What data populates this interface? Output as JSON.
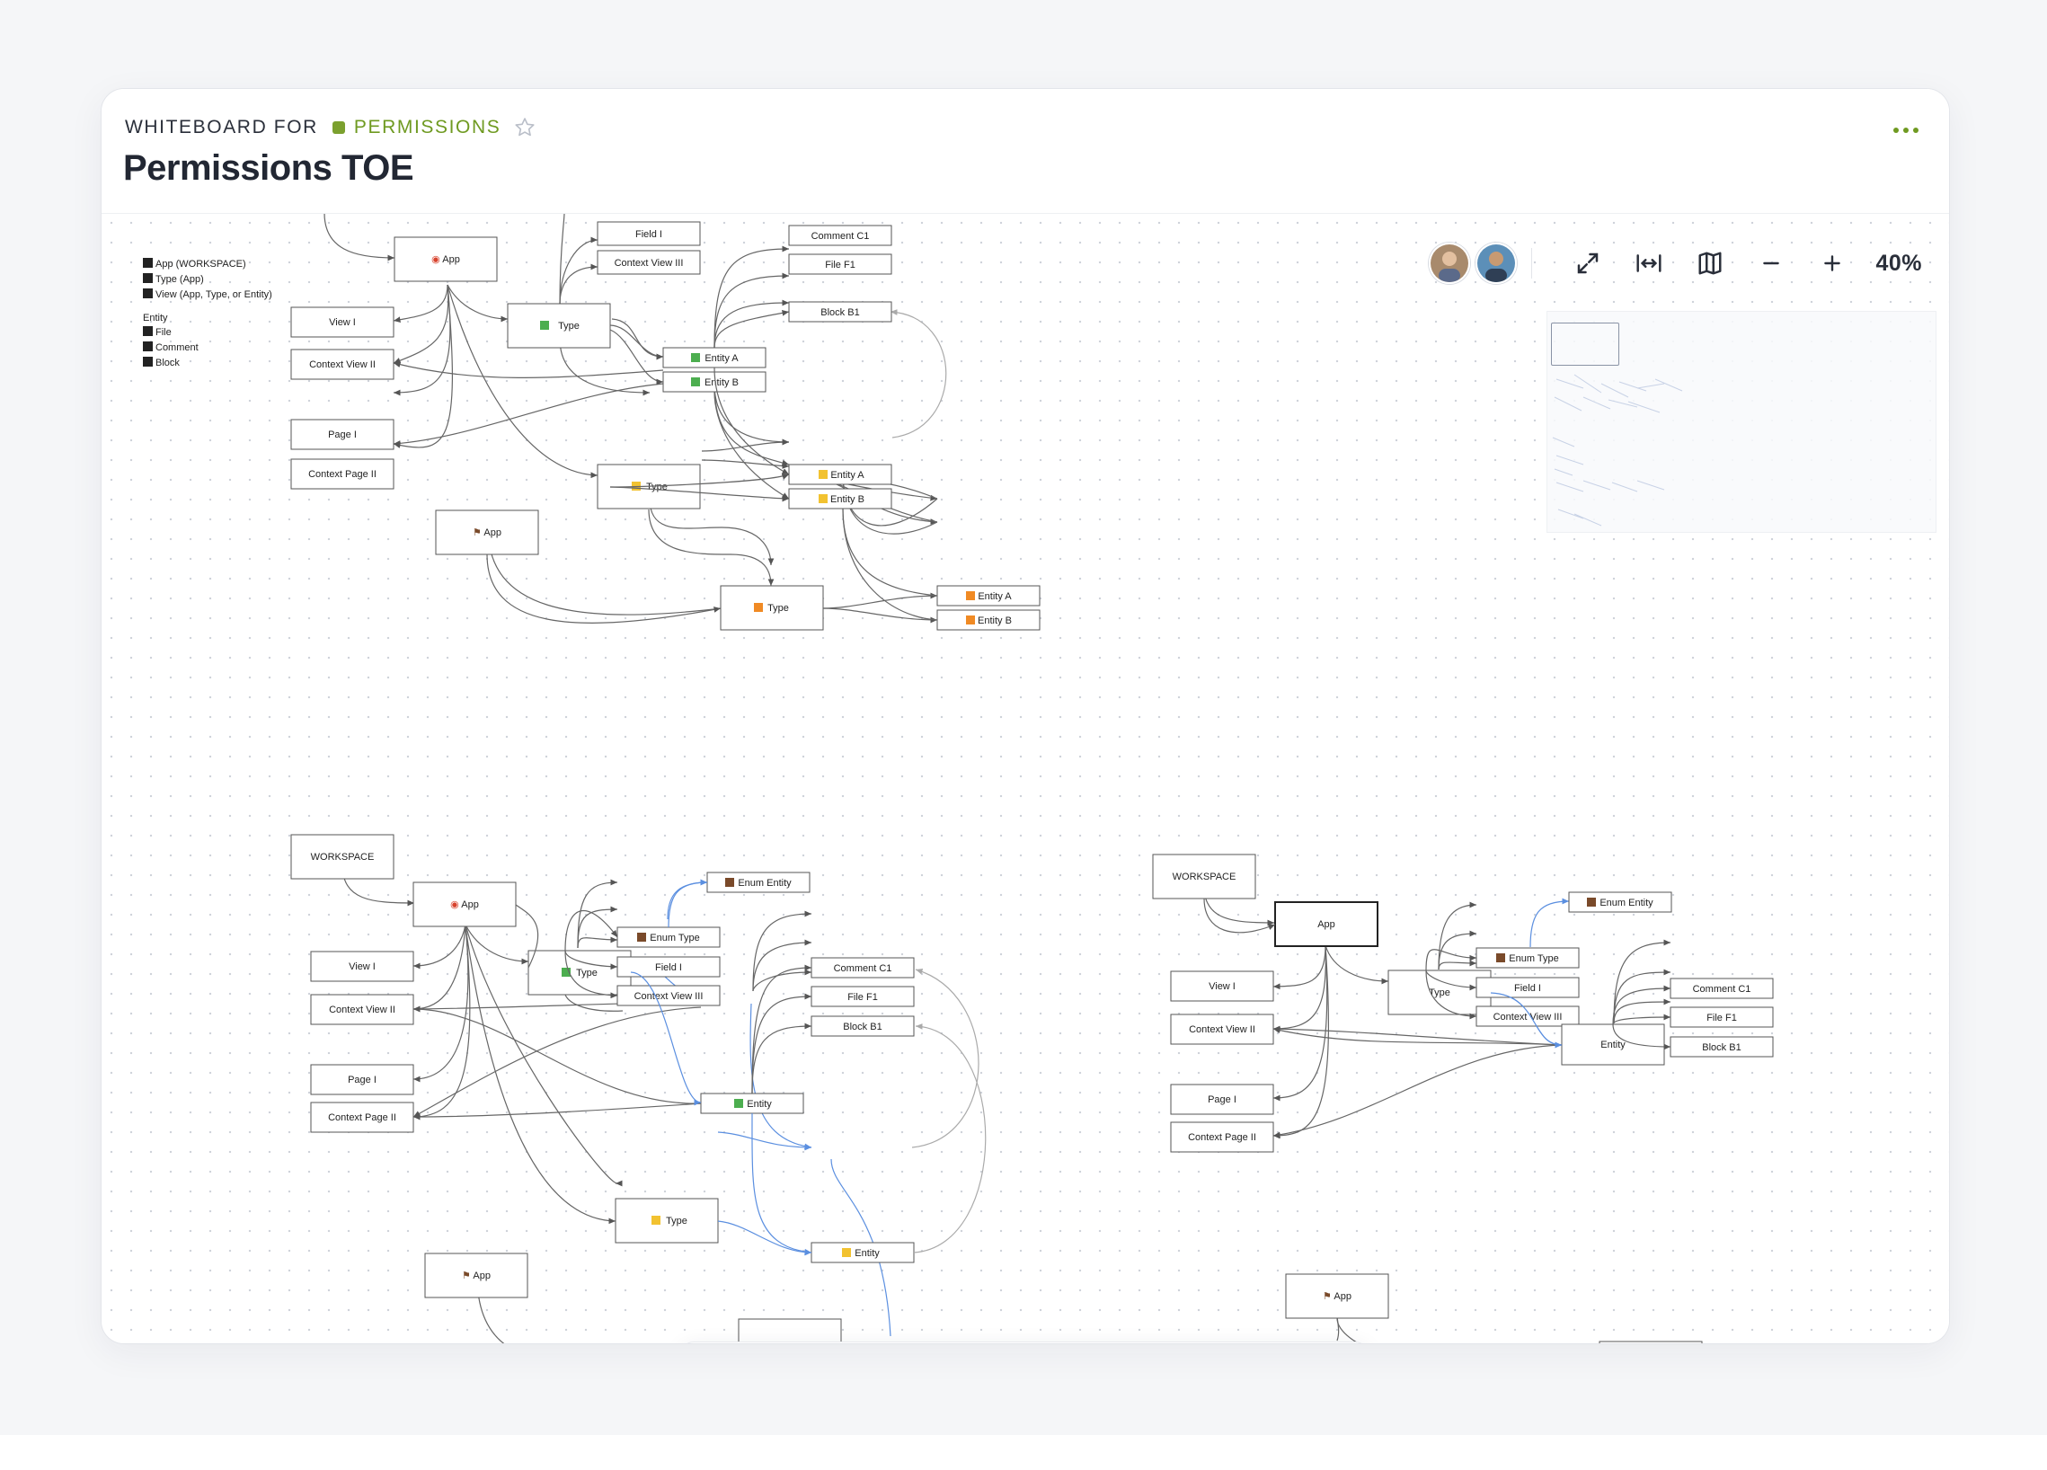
{
  "header": {
    "eyebrow_prefix": "WHITEBOARD FOR",
    "project_name": "PERMISSIONS",
    "title": "Permissions TOE"
  },
  "controls": {
    "zoom_label": "40%",
    "avatars": [
      "user-avatar-1",
      "user-avatar-2"
    ],
    "buttons": [
      "expand-icon",
      "fit-width-icon",
      "map-icon",
      "zoom-out-icon",
      "zoom-in-icon"
    ]
  },
  "toolbar": {
    "tools": [
      "select-icon",
      "text-icon",
      "rectangle-icon",
      "line-icon",
      "image-icon",
      "font-icon",
      "sticky-note-icon",
      "frame-icon",
      "card-icon",
      "embed-icon",
      "more-icon"
    ]
  },
  "colors": {
    "accent": "#6f9a21",
    "green": "#4cae4f",
    "yellow": "#f2c230",
    "orange": "#f08a24",
    "brown": "#7a4a2a",
    "red": "#d8432e",
    "blue_edge": "#5b8fe0"
  },
  "legend": {
    "items": [
      "App (WORKSPACE)",
      "Type (App)",
      "View (App, Type, or Entity)"
    ],
    "entity_heading": "Entity",
    "entity_items": [
      "File",
      "Comment",
      "Block"
    ]
  },
  "diagram": {
    "labels": {
      "app": "App",
      "type": "Type",
      "view_i": "View I",
      "context_view_ii": "Context View II",
      "page_i": "Page I",
      "context_page_ii": "Context Page II",
      "field_i": "Field I",
      "context_view_iii": "Context View III",
      "comment_c1": "Comment C1",
      "file_f1": "File F1",
      "block_b1": "Block B1",
      "entity_a": "Entity A",
      "entity_b": "Entity B",
      "entity": "Entity",
      "workspace": "WORKSPACE",
      "enum_type": "Enum Type",
      "enum_entity": "Enum Entity"
    }
  }
}
